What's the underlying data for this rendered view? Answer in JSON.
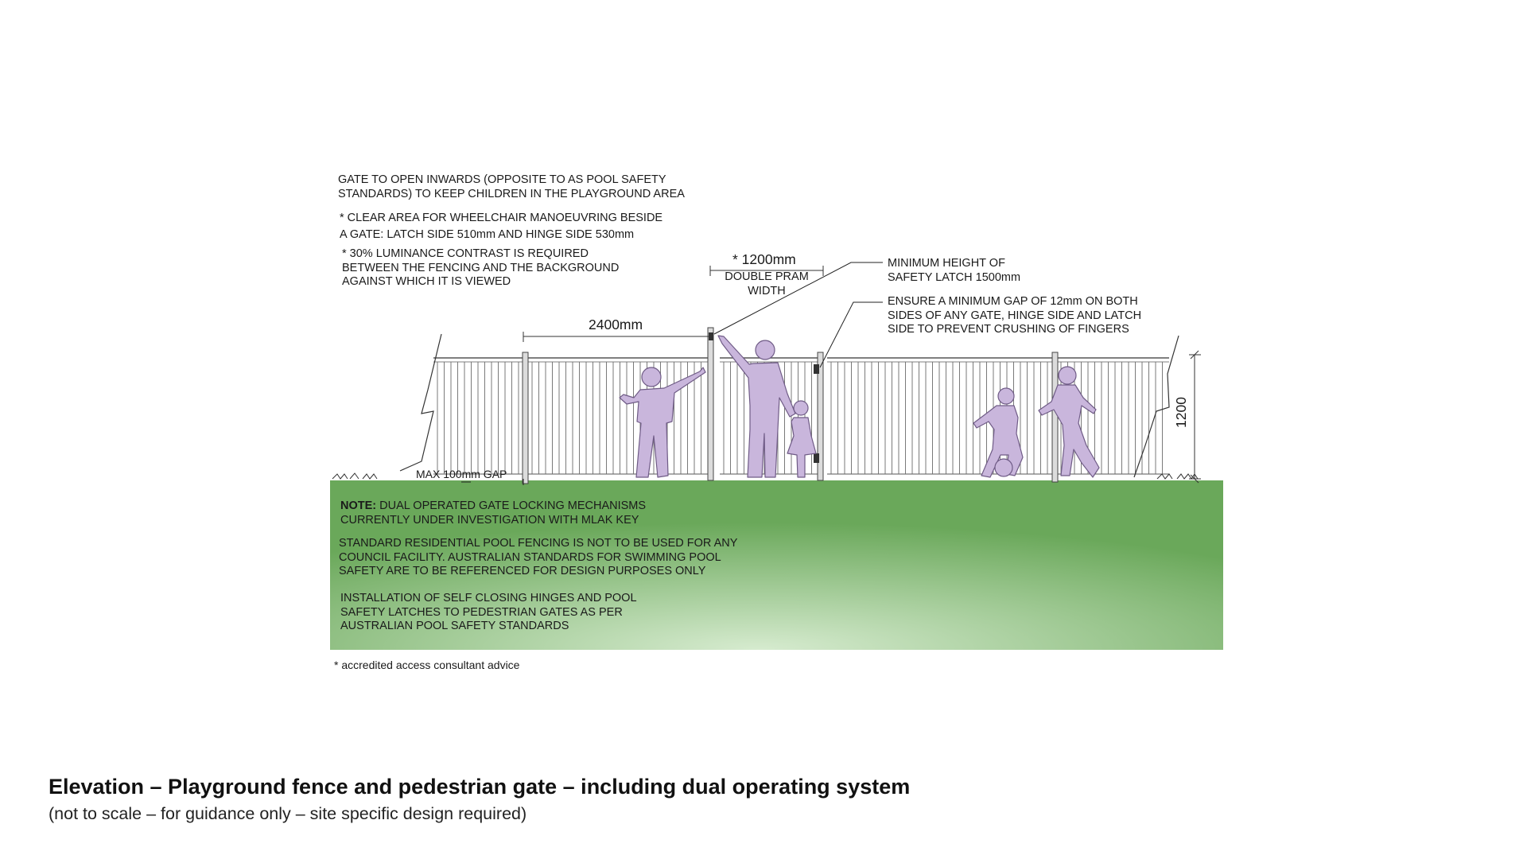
{
  "annotations": {
    "gate_open": [
      "GATE TO OPEN INWARDS (OPPOSITE TO AS POOL SAFETY",
      "STANDARDS) TO KEEP CHILDREN IN THE PLAYGROUND AREA"
    ],
    "clear_area": [
      "*  CLEAR AREA FOR WHEELCHAIR MANOEUVRING BESIDE",
      "A GATE: LATCH SIDE 510mm AND HINGE SIDE 530mm"
    ],
    "luminance": [
      "* 30% LUMINANCE CONTRAST IS REQUIRED",
      "BETWEEN THE FENCING AND THE BACKGROUND",
      "AGAINST WHICH IT IS VIEWED"
    ],
    "latch_height": [
      "MINIMUM HEIGHT OF",
      "SAFETY LATCH 1500mm"
    ],
    "gap": [
      "ENSURE A MINIMUM GAP OF 12mm ON BOTH",
      "SIDES OF ANY GATE, HINGE SIDE AND LATCH",
      "SIDE TO PREVENT CRUSHING OF FINGERS"
    ],
    "pram_width": [
      "DOUBLE PRAM",
      "WIDTH"
    ],
    "max_gap": "MAX 100mm GAP"
  },
  "dimensions": {
    "gate_width": "* 1200mm",
    "panel_width": "2400mm",
    "fence_height": "1200"
  },
  "notes": {
    "note_prefix": "NOTE:",
    "note_rest": " DUAL OPERATED GATE LOCKING MECHANISMS",
    "note_line2": "CURRENTLY UNDER INVESTIGATION WITH MLAK KEY",
    "standard": [
      "STANDARD RESIDENTIAL POOL FENCING IS NOT TO BE USED FOR ANY",
      "COUNCIL FACILITY. AUSTRALIAN STANDARDS FOR SWIMMING POOL",
      "SAFETY ARE TO BE REFERENCED FOR DESIGN PURPOSES ONLY"
    ],
    "installation": [
      "INSTALLATION OF SELF CLOSING HINGES AND POOL",
      "SAFETY LATCHES TO PEDESTRIAN GATES AS PER",
      "AUSTRALIAN POOL SAFETY STANDARDS"
    ]
  },
  "footnote": "* accredited access consultant advice",
  "caption": {
    "title": "Elevation – Playground fence and pedestrian gate – including dual operating system",
    "subtitle": "(not to scale – for guidance only – site specific design required)"
  },
  "colors": {
    "figure_fill": "#c9b6dc",
    "figure_stroke": "#6f5b86",
    "ground_light": "#d6ebcf",
    "ground_dark": "#6aa85a",
    "fence_line": "#555555"
  }
}
